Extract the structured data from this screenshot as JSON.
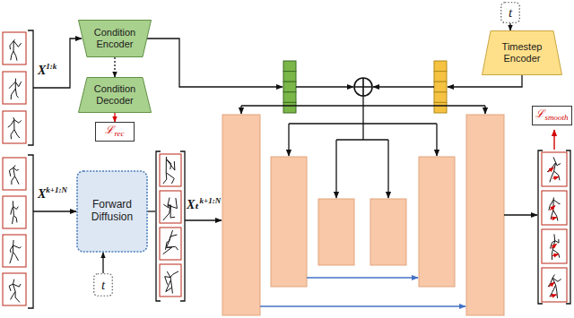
{
  "diagram": {
    "nodes": [
      {
        "text": [
          "Condition Encoder"
        ]
      },
      {
        "text": [
          "t"
        ]
      },
      {
        "text": [
          "Timestep Encoder"
        ]
      },
      {
        "text": [
          "Condition Decoder"
        ]
      },
      {
        "text": [
          "ℒrec"
        ]
      },
      {
        "text": [
          "ℒsmooth"
        ]
      },
      {
        "text": [
          "Forward Diffusion"
        ]
      },
      {
        "text": [
          "t"
        ]
      }
    ],
    "edges": [
      {
        "from": 0,
        "to": 3,
        "arrow": "to"
      },
      {
        "from": 3,
        "to": 4,
        "arrow": "to"
      },
      {
        "from": 1,
        "to": 2,
        "arrow": "to"
      },
      {
        "from": 7,
        "to": 6,
        "arrow": "to"
      }
    ],
    "labels": [
      "X1:k",
      "Xk+1:N",
      "Xₜk+1:N"
    ]
  }
}
